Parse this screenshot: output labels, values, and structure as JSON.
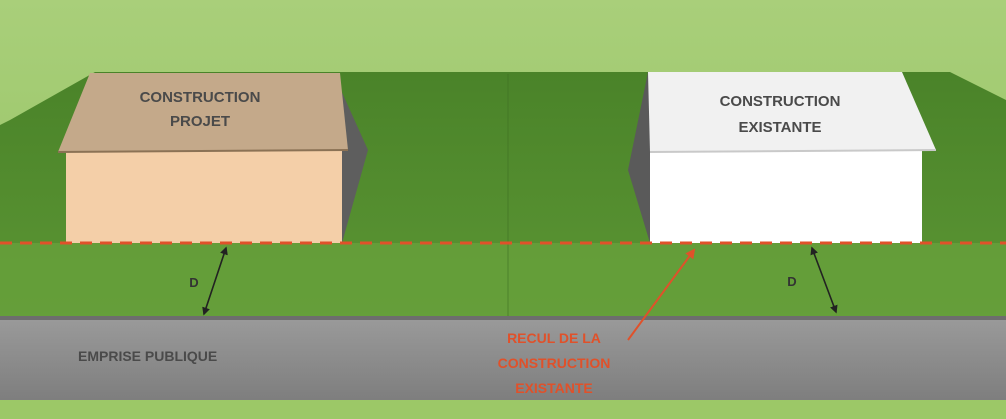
{
  "labels": {
    "building_left_line1": "CONSTRUCTION",
    "building_left_line2": "PROJET",
    "building_right_line1": "CONSTRUCTION",
    "building_right_line2": "EXISTANTE",
    "distance_left": "D",
    "distance_right": "D",
    "road": "EMPRISE PUBLIQUE",
    "setback_line1": "RECUL DE LA",
    "setback_line2": "CONSTRUCTION",
    "setback_line3": "EXISTANTE"
  },
  "colors": {
    "sky_grass": "#8fbf5c",
    "grass_dark": "#4f8a2e",
    "grass_mid": "#5f9a36",
    "road": "#8a8a8a",
    "setback_line": "#e0512a",
    "roof_projet": "#c4a98a",
    "wall_projet": "#f4cfa8",
    "roof_existante": "#f2f2f2",
    "wall_existante": "#ffffff",
    "side_shadow": "#5c5c5c",
    "label_dark": "#4a4a4a",
    "label_red": "#e0512a"
  }
}
